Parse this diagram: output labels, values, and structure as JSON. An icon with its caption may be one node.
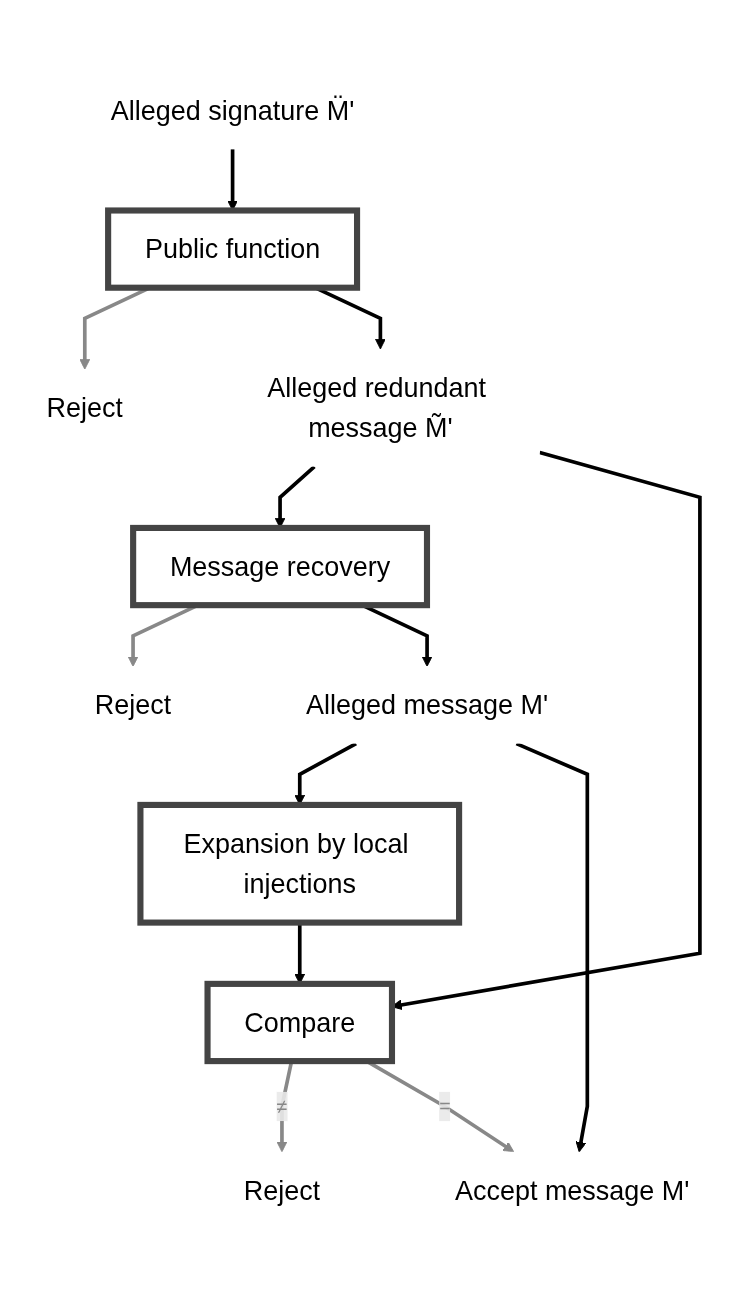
{
  "diagram": {
    "nodes": [
      {
        "text": [
          "Alleged signature M̈'"
        ]
      },
      {
        "text": [
          "Public function"
        ]
      },
      {
        "text": [
          "Reject"
        ]
      },
      {
        "text": [
          "Alleged redundant message M̃'"
        ]
      },
      {
        "text": [
          "Message recovery"
        ]
      },
      {
        "text": [
          "Reject"
        ]
      },
      {
        "text": [
          "Alleged message M'"
        ]
      },
      {
        "text": [
          "Expansion by local injections"
        ]
      },
      {
        "text": [
          "Compare"
        ]
      },
      {
        "text": [
          "Reject"
        ]
      },
      {
        "text": [
          "Accept message M'"
        ]
      }
    ],
    "edges": [
      {
        "from": 0,
        "to": 1,
        "arrow": "to"
      },
      {
        "from": 1,
        "to": 2,
        "arrow": "to",
        "color": "#888888"
      },
      {
        "from": 1,
        "to": 3,
        "arrow": "to"
      },
      {
        "from": 3,
        "to": 4,
        "arrow": "to"
      },
      {
        "from": 3,
        "to": 8,
        "arrow": "to"
      },
      {
        "from": 4,
        "to": 5,
        "arrow": "to",
        "color": "#888888"
      },
      {
        "from": 4,
        "to": 6,
        "arrow": "to"
      },
      {
        "from": 6,
        "to": 7,
        "arrow": "to"
      },
      {
        "from": 6,
        "to": 10,
        "arrow": "to"
      },
      {
        "from": 7,
        "to": 8,
        "arrow": "to"
      },
      {
        "from": 8,
        "to": 9,
        "arrow": "to",
        "label": "≠",
        "color": "#888888"
      },
      {
        "from": 8,
        "to": 10,
        "arrow": "to",
        "label": "=",
        "color": "#888888"
      }
    ]
  }
}
